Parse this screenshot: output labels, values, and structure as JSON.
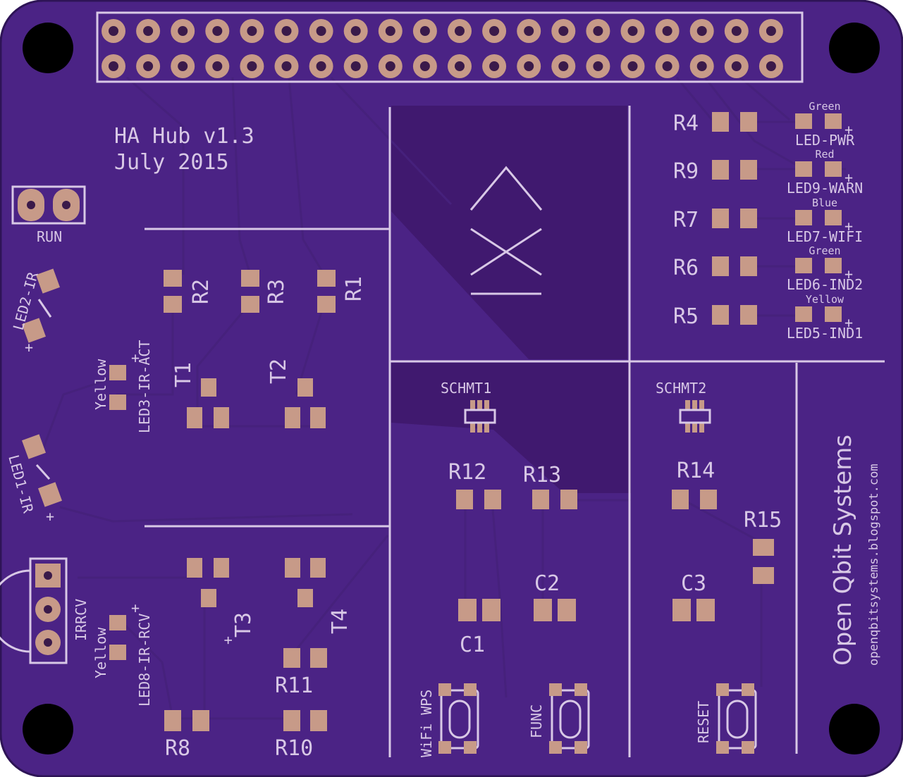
{
  "title": "HA Hub v1.3",
  "date": "July 2015",
  "company": "Open Qbit Systems",
  "website": "openqbitsystems.blogspot.com",
  "colors": {
    "board": "#4b2385",
    "copper": "#c79a88",
    "silkscreen": "#d8c8e6",
    "mounting_hole": "#000000"
  },
  "labels": {
    "run": "RUN",
    "irrcv": "IRRCV",
    "schmt1": "SCHMT1",
    "schmt2": "SCHMT2",
    "wifi_wps": "WiFi WPS",
    "func": "FUNC",
    "reset": "RESET",
    "plus": "+"
  },
  "resistors": [
    "R1",
    "R2",
    "R3",
    "R4",
    "R5",
    "R6",
    "R7",
    "R8",
    "R9",
    "R10",
    "R11",
    "R12",
    "R13",
    "R14",
    "R15"
  ],
  "transistors": [
    "T1",
    "T2",
    "T3",
    "T4"
  ],
  "capacitors": [
    "C1",
    "C2",
    "C3"
  ],
  "leds_right": [
    {
      "color": "Green",
      "name": "LED-PWR",
      "resistor": "R4"
    },
    {
      "color": "Red",
      "name": "LED9-WARN",
      "resistor": "R9"
    },
    {
      "color": "Blue",
      "name": "LED7-WIFI",
      "resistor": "R7"
    },
    {
      "color": "Green",
      "name": "LED6-IND2",
      "resistor": "R6"
    },
    {
      "color": "Yellow",
      "name": "LED5-IND1",
      "resistor": "R5"
    }
  ],
  "leds_left": [
    {
      "name": "LED2-IR"
    },
    {
      "name": "LED1-IR"
    },
    {
      "color": "Yellow",
      "name": "LED3-IR-ACT"
    },
    {
      "color": "Yellow",
      "name": "LED8-IR-RCV"
    }
  ]
}
